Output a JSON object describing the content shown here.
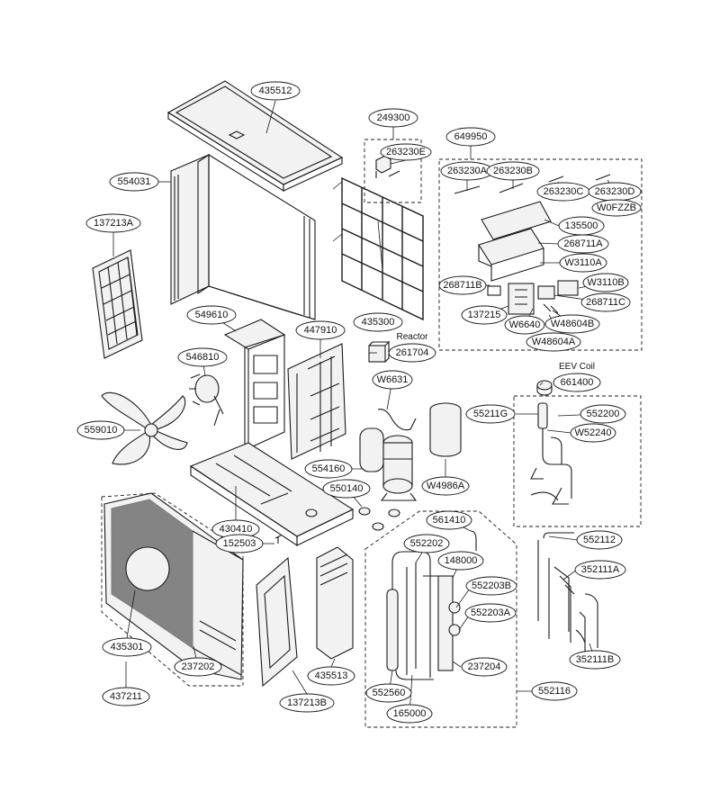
{
  "labels": {
    "top_cover": "435512",
    "side_panel": "554031",
    "rear_grille_left": "137213A",
    "fan_blade": "559010",
    "motor_mount": "549610",
    "fan_motor": "546810",
    "partition": "447910",
    "base_pan": "430410",
    "grille_screw": "152503",
    "front_panel_assy": "437211",
    "front_panel": "435301",
    "front_grille": "237202",
    "side_grille": "137213B",
    "control_cover": "435513",
    "rear_guard": "435300",
    "reactor_assy": "249300",
    "reactor_connector": "263230E",
    "reactor": "261704",
    "cable_w6631": "W6631",
    "compressor": "554160",
    "compressor_mount": "550140",
    "compressor_jacket": "W4986A",
    "pcb_assy": "649950",
    "cable_263230a": "263230A",
    "cable_263230b": "263230B",
    "cable_263230c": "263230C",
    "cable_263230d": "263230D",
    "fuse_w0fzzb": "W0FZZB",
    "pcb_cover": "135500",
    "pcb_268711a": "268711A",
    "cable_w3110a": "W3110A",
    "cable_w3110b": "W3110B",
    "pcb_268711b": "268711B",
    "pcb_268711c": "268711C",
    "heatsink": "137215",
    "cable_w6640": "W6640",
    "cable_w48604b": "W48604B",
    "cable_w48604a": "W48604A",
    "eev_coil": "661400",
    "valve_assy": "55211G",
    "valve_552200": "552200",
    "tube_w52240": "W52240",
    "sensor_561410": "561410",
    "tube_552202": "552202",
    "valve_148000": "148000",
    "valve_552203b": "552203B",
    "valve_552203a": "552203A",
    "bracket_237204": "237204",
    "accumulator": "552560",
    "valve_165000": "165000",
    "piping_assy": "552116",
    "pipe_552112": "552112",
    "pipe_352111a": "352111A",
    "pipe_352111b": "352111B"
  },
  "notes": {
    "reactor": "Reactor",
    "eev_coil": "EEV Coil"
  }
}
